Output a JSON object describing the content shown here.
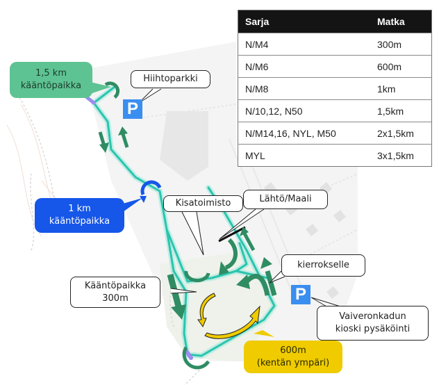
{
  "table": {
    "headers": [
      "Sarja",
      "Matka"
    ],
    "rows": [
      [
        "N/M4",
        "300m"
      ],
      [
        "N/M6",
        "600m"
      ],
      [
        "N/M8",
        "1km"
      ],
      [
        "N/10,12, N50",
        "1,5km"
      ],
      [
        "N/M14,16, NYL, M50",
        "2x1,5km"
      ],
      [
        "MYL",
        "3x1,5km"
      ]
    ]
  },
  "callouts": {
    "turn_15km": {
      "line1": "1,5 km",
      "line2": "kääntöpaikka"
    },
    "turn_1km": {
      "line1": "1 km",
      "line2": "kääntöpaikka"
    },
    "turn_300m": {
      "line1": "Kääntöpaikka",
      "line2": "300m"
    },
    "loop_600m": {
      "line1": "600m",
      "line2": "(kentän ympäri)"
    },
    "ski_parking": "Hiihtoparkki",
    "race_office": "Kisatoimisto",
    "start_finish": "Lähtö/Maali",
    "to_loop": "kierrokselle",
    "kiosk_parking": {
      "line1": "Vaiveronkadun",
      "line2": "kioski pysäköinti"
    }
  },
  "parking_label": "P",
  "colors": {
    "track": "#2bc4ad",
    "arrow_green": "#2f8c63",
    "turn_blue": "#1656e8",
    "loop_yellow": "#efcb00",
    "parking_blue": "#3a8ef0",
    "callout_green": "#5ec393"
  }
}
